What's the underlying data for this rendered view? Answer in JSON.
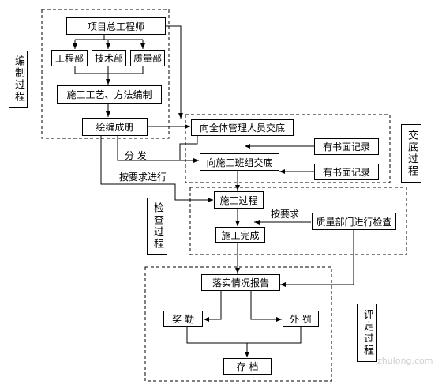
{
  "phases": {
    "compile": "编制过程",
    "handover": "交底过程",
    "inspect": "检查过程",
    "evaluate": "评定过程"
  },
  "nodes": {
    "chief_engineer": "项目总工程师",
    "engineering_dept": "工程部",
    "technical_dept": "技术部",
    "quality_dept": "质量部",
    "process_method": "施工工艺、方法编制",
    "draw_booklet": "绘编成册",
    "brief_managers": "向全体管理人员交底",
    "brief_teams": "向施工班组交底",
    "written_record_1": "有书面记录",
    "written_record_2": "有书面记录",
    "construction_process": "施工过程",
    "construction_done": "施工完成",
    "quality_inspection": "质量部门进行检查",
    "implementation_report": "落实情况报告",
    "reward": "奖 勤",
    "penalty": "外 罚",
    "archive": "存 档"
  },
  "edge_labels": {
    "distribute": "分 发",
    "as_required_1": "按要求进行",
    "as_required_2": "按要求"
  },
  "watermark": "zhulong.com"
}
